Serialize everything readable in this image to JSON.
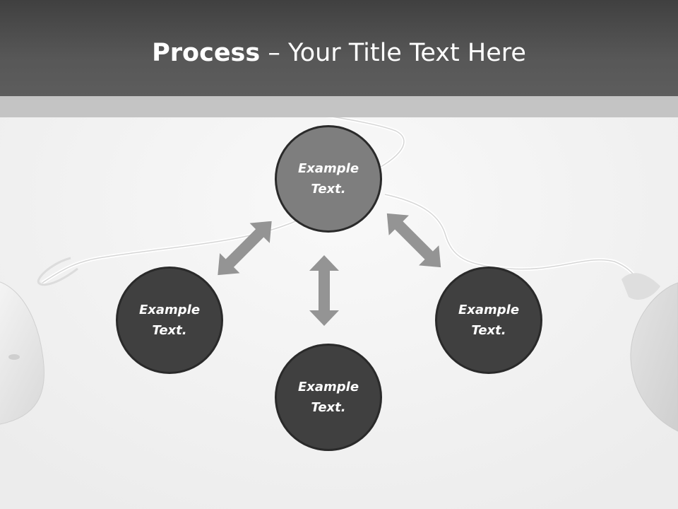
{
  "title": {
    "strong": "Process",
    "dash": " – ",
    "light": "Your Title Text Here"
  },
  "nodes": {
    "top": "Example\nText.",
    "left": "Example\nText.",
    "bottom": "Example\nText.",
    "right": "Example\nText."
  },
  "colors": {
    "header": "#4a4a4a",
    "band": "#c4c4c4",
    "node_dark": "#404040",
    "node_mid": "#7e7e7e",
    "arrow": "#949494"
  }
}
